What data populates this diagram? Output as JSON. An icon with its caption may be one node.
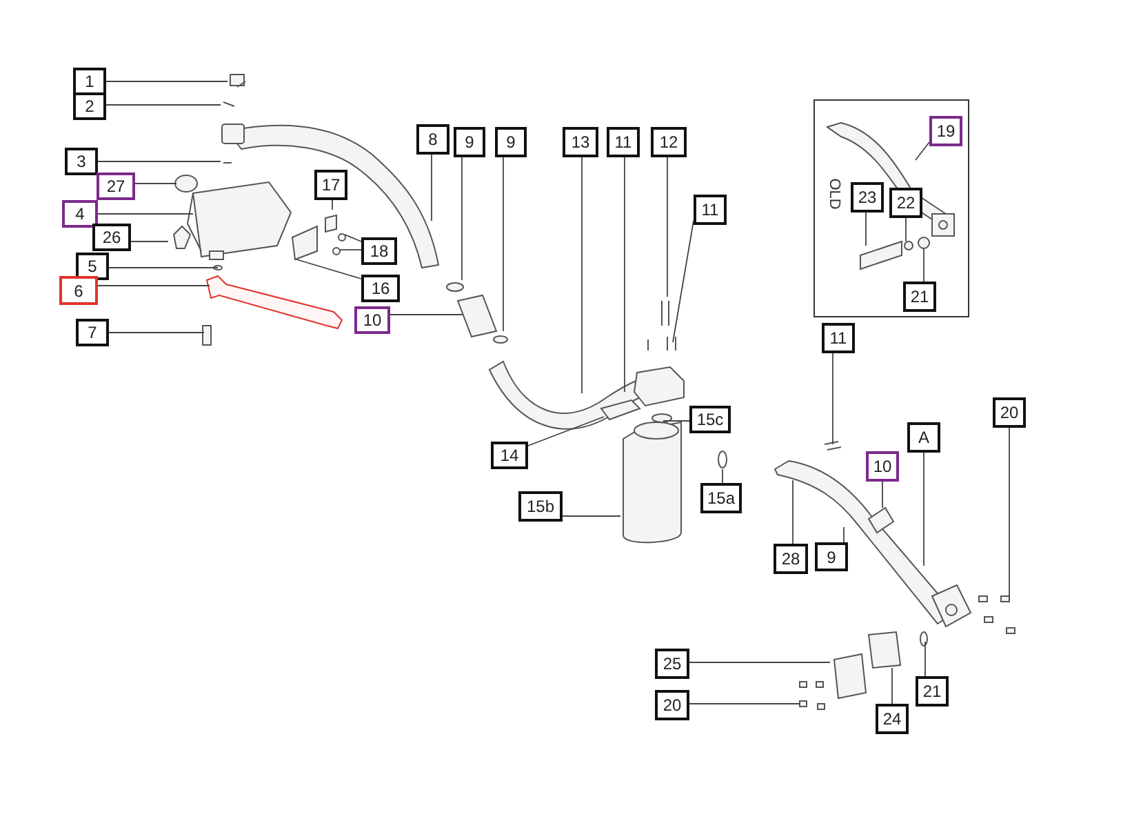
{
  "diagram": {
    "nodes": [
      {
        "text": [
          "OLD"
        ]
      },
      {
        "text": [
          "1"
        ]
      },
      {
        "text": [
          "2"
        ]
      },
      {
        "text": [
          "3"
        ]
      },
      {
        "text": [
          "27"
        ]
      },
      {
        "text": [
          "4"
        ]
      },
      {
        "text": [
          "26"
        ]
      },
      {
        "text": [
          "5"
        ]
      },
      {
        "text": [
          "6"
        ]
      },
      {
        "text": [
          "7"
        ]
      },
      {
        "text": [
          "17"
        ]
      },
      {
        "text": [
          "18"
        ]
      },
      {
        "text": [
          "16"
        ]
      },
      {
        "text": [
          "10"
        ]
      },
      {
        "text": [
          "8"
        ]
      },
      {
        "text": [
          "9"
        ]
      },
      {
        "text": [
          "9"
        ]
      },
      {
        "text": [
          "13"
        ]
      },
      {
        "text": [
          "11"
        ]
      },
      {
        "text": [
          "12"
        ]
      },
      {
        "text": [
          "11"
        ]
      },
      {
        "text": [
          "15c"
        ]
      },
      {
        "text": [
          "14"
        ]
      },
      {
        "text": [
          "15b"
        ]
      },
      {
        "text": [
          "15a"
        ]
      },
      {
        "text": [
          "19"
        ],
        "in": 0
      },
      {
        "text": [
          "23"
        ],
        "in": 0
      },
      {
        "text": [
          "22"
        ],
        "in": 0
      },
      {
        "text": [
          "21"
        ],
        "in": 0
      },
      {
        "text": [
          "11"
        ]
      },
      {
        "text": [
          "10"
        ]
      },
      {
        "text": [
          "A"
        ]
      },
      {
        "text": [
          "20"
        ]
      },
      {
        "text": [
          "28"
        ]
      },
      {
        "text": [
          "9"
        ]
      },
      {
        "text": [
          "25"
        ]
      },
      {
        "text": [
          "20"
        ]
      },
      {
        "text": [
          "24"
        ]
      },
      {
        "text": [
          "21"
        ]
      }
    ],
    "edges": [
      {
        "from": 1,
        "to": null,
        "arrow": "none"
      },
      {
        "from": 2,
        "to": null,
        "arrow": "none"
      },
      {
        "from": 3,
        "to": null,
        "arrow": "none"
      },
      {
        "from": 4,
        "to": null,
        "arrow": "none"
      },
      {
        "from": 5,
        "to": null,
        "arrow": "none"
      },
      {
        "from": 6,
        "to": null,
        "arrow": "none"
      },
      {
        "from": 7,
        "to": null,
        "arrow": "none"
      },
      {
        "from": 8,
        "to": null,
        "arrow": "none"
      },
      {
        "from": 9,
        "to": null,
        "arrow": "none"
      },
      {
        "from": 10,
        "to": null,
        "arrow": "none"
      },
      {
        "from": 11,
        "to": null,
        "arrow": "none"
      },
      {
        "from": 11,
        "to": null,
        "arrow": "none"
      },
      {
        "from": 12,
        "to": null,
        "arrow": "none"
      },
      {
        "from": 13,
        "to": null,
        "arrow": "none"
      },
      {
        "from": 14,
        "to": null,
        "arrow": "none"
      },
      {
        "from": 15,
        "to": null,
        "arrow": "none"
      },
      {
        "from": 16,
        "to": null,
        "arrow": "none"
      },
      {
        "from": 17,
        "to": null,
        "arrow": "none"
      },
      {
        "from": 18,
        "to": null,
        "arrow": "none"
      },
      {
        "from": 19,
        "to": null,
        "arrow": "none"
      },
      {
        "from": 20,
        "to": null,
        "arrow": "none"
      },
      {
        "from": 21,
        "to": null,
        "arrow": "none"
      },
      {
        "from": 22,
        "to": null,
        "arrow": "none"
      },
      {
        "from": 23,
        "to": null,
        "arrow": "none"
      },
      {
        "from": 24,
        "to": null,
        "arrow": "none"
      },
      {
        "from": 25,
        "to": null,
        "arrow": "none"
      },
      {
        "from": 26,
        "to": null,
        "arrow": "none"
      },
      {
        "from": 27,
        "to": null,
        "arrow": "none"
      },
      {
        "from": 28,
        "to": null,
        "arrow": "none"
      },
      {
        "from": 29,
        "to": null,
        "arrow": "none"
      },
      {
        "from": 30,
        "to": null,
        "arrow": "none"
      },
      {
        "from": 31,
        "to": null,
        "arrow": "none"
      },
      {
        "from": 32,
        "to": null,
        "arrow": "none"
      },
      {
        "from": 33,
        "to": null,
        "arrow": "none"
      },
      {
        "from": 34,
        "to": null,
        "arrow": "none"
      },
      {
        "from": 35,
        "to": null,
        "arrow": "none"
      },
      {
        "from": 36,
        "to": null,
        "arrow": "none"
      },
      {
        "from": 37,
        "to": null,
        "arrow": "none"
      },
      {
        "from": 38,
        "to": null,
        "arrow": "none"
      }
    ]
  }
}
